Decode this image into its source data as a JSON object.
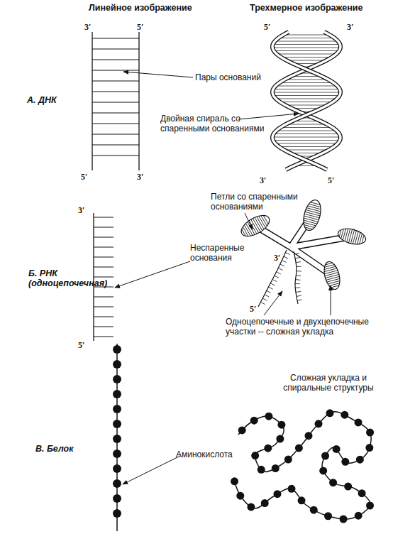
{
  "diagram": {
    "labels": [
      "Линейное изображение",
      "Трехмерное изображение",
      "3′",
      "5′",
      "5′",
      "3′",
      "А. ДНК",
      "Пары оснований",
      "Двойная спираль со спаренными основаниями",
      "5′",
      "3′",
      "3′",
      "5′",
      "3′",
      "Петли со спаренными основаниями",
      "Неспаренные основания",
      "Б. РНК (одноцепочечная)",
      "3′",
      "5′",
      "5′",
      "Одноцепочечные и двухцепочечные участки -- сложная укладка",
      "Сложная укладка и спиральные структуры",
      "В. Белок",
      "Аминокислота"
    ]
  }
}
